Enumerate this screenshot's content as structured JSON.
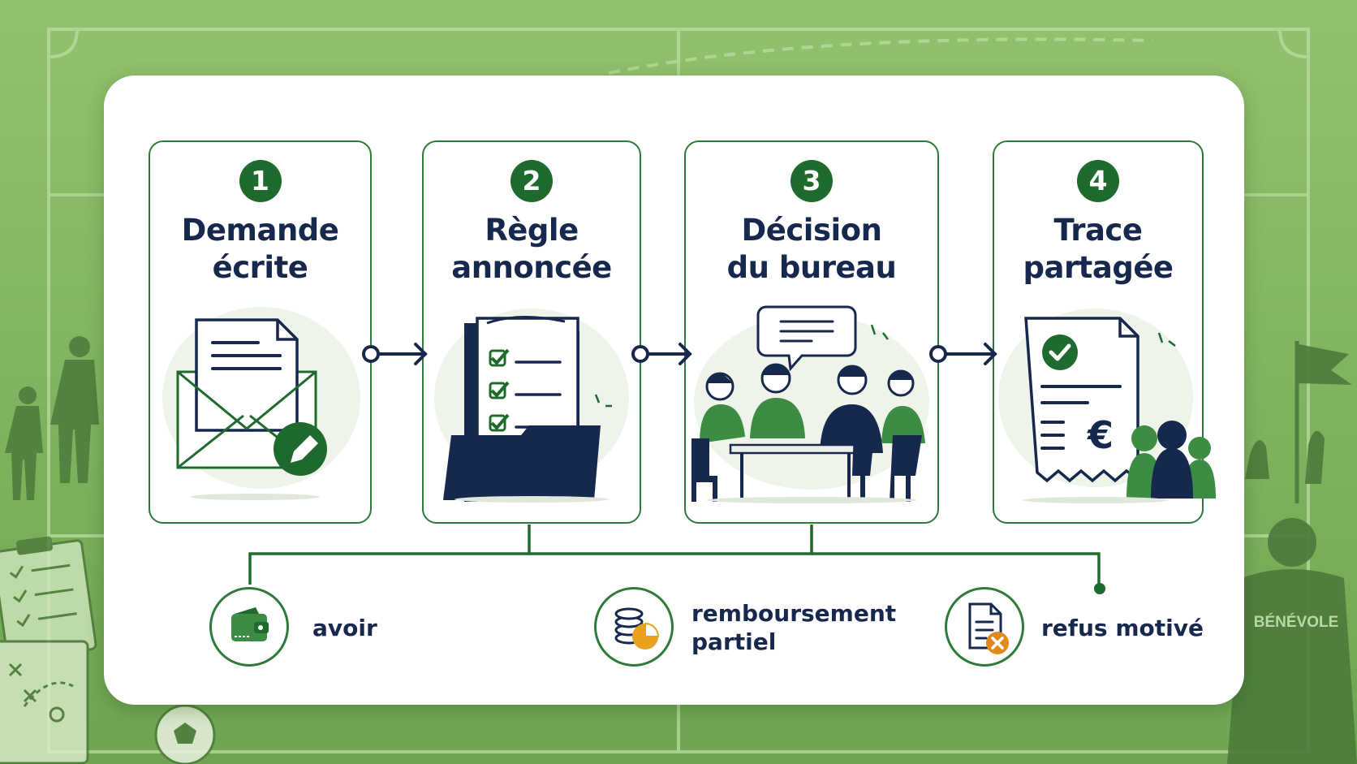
{
  "steps": [
    {
      "number": "1",
      "title": "Demande\nécrite",
      "icon": "envelope-letter-pencil-icon"
    },
    {
      "number": "2",
      "title": "Règle\nannoncée",
      "icon": "folder-checklist-icon"
    },
    {
      "number": "3",
      "title": "Décision\ndu bureau",
      "icon": "meeting-table-people-icon"
    },
    {
      "number": "4",
      "title": "Trace\npartagée",
      "icon": "receipt-euro-people-icon"
    }
  ],
  "outcomes": [
    {
      "label": "avoir",
      "icon": "wallet-icon"
    },
    {
      "label": "remboursement\npartiel",
      "icon": "coins-pie-chart-icon"
    },
    {
      "label": "refus motivé",
      "icon": "document-cross-icon"
    }
  ],
  "background": {
    "shirt_text": "BÉNÉVOLE"
  },
  "colors": {
    "primary_green": "#1f6b2e",
    "navy": "#16284d",
    "accent_orange": "#e8a21e",
    "field_green": "#8cbc68"
  }
}
